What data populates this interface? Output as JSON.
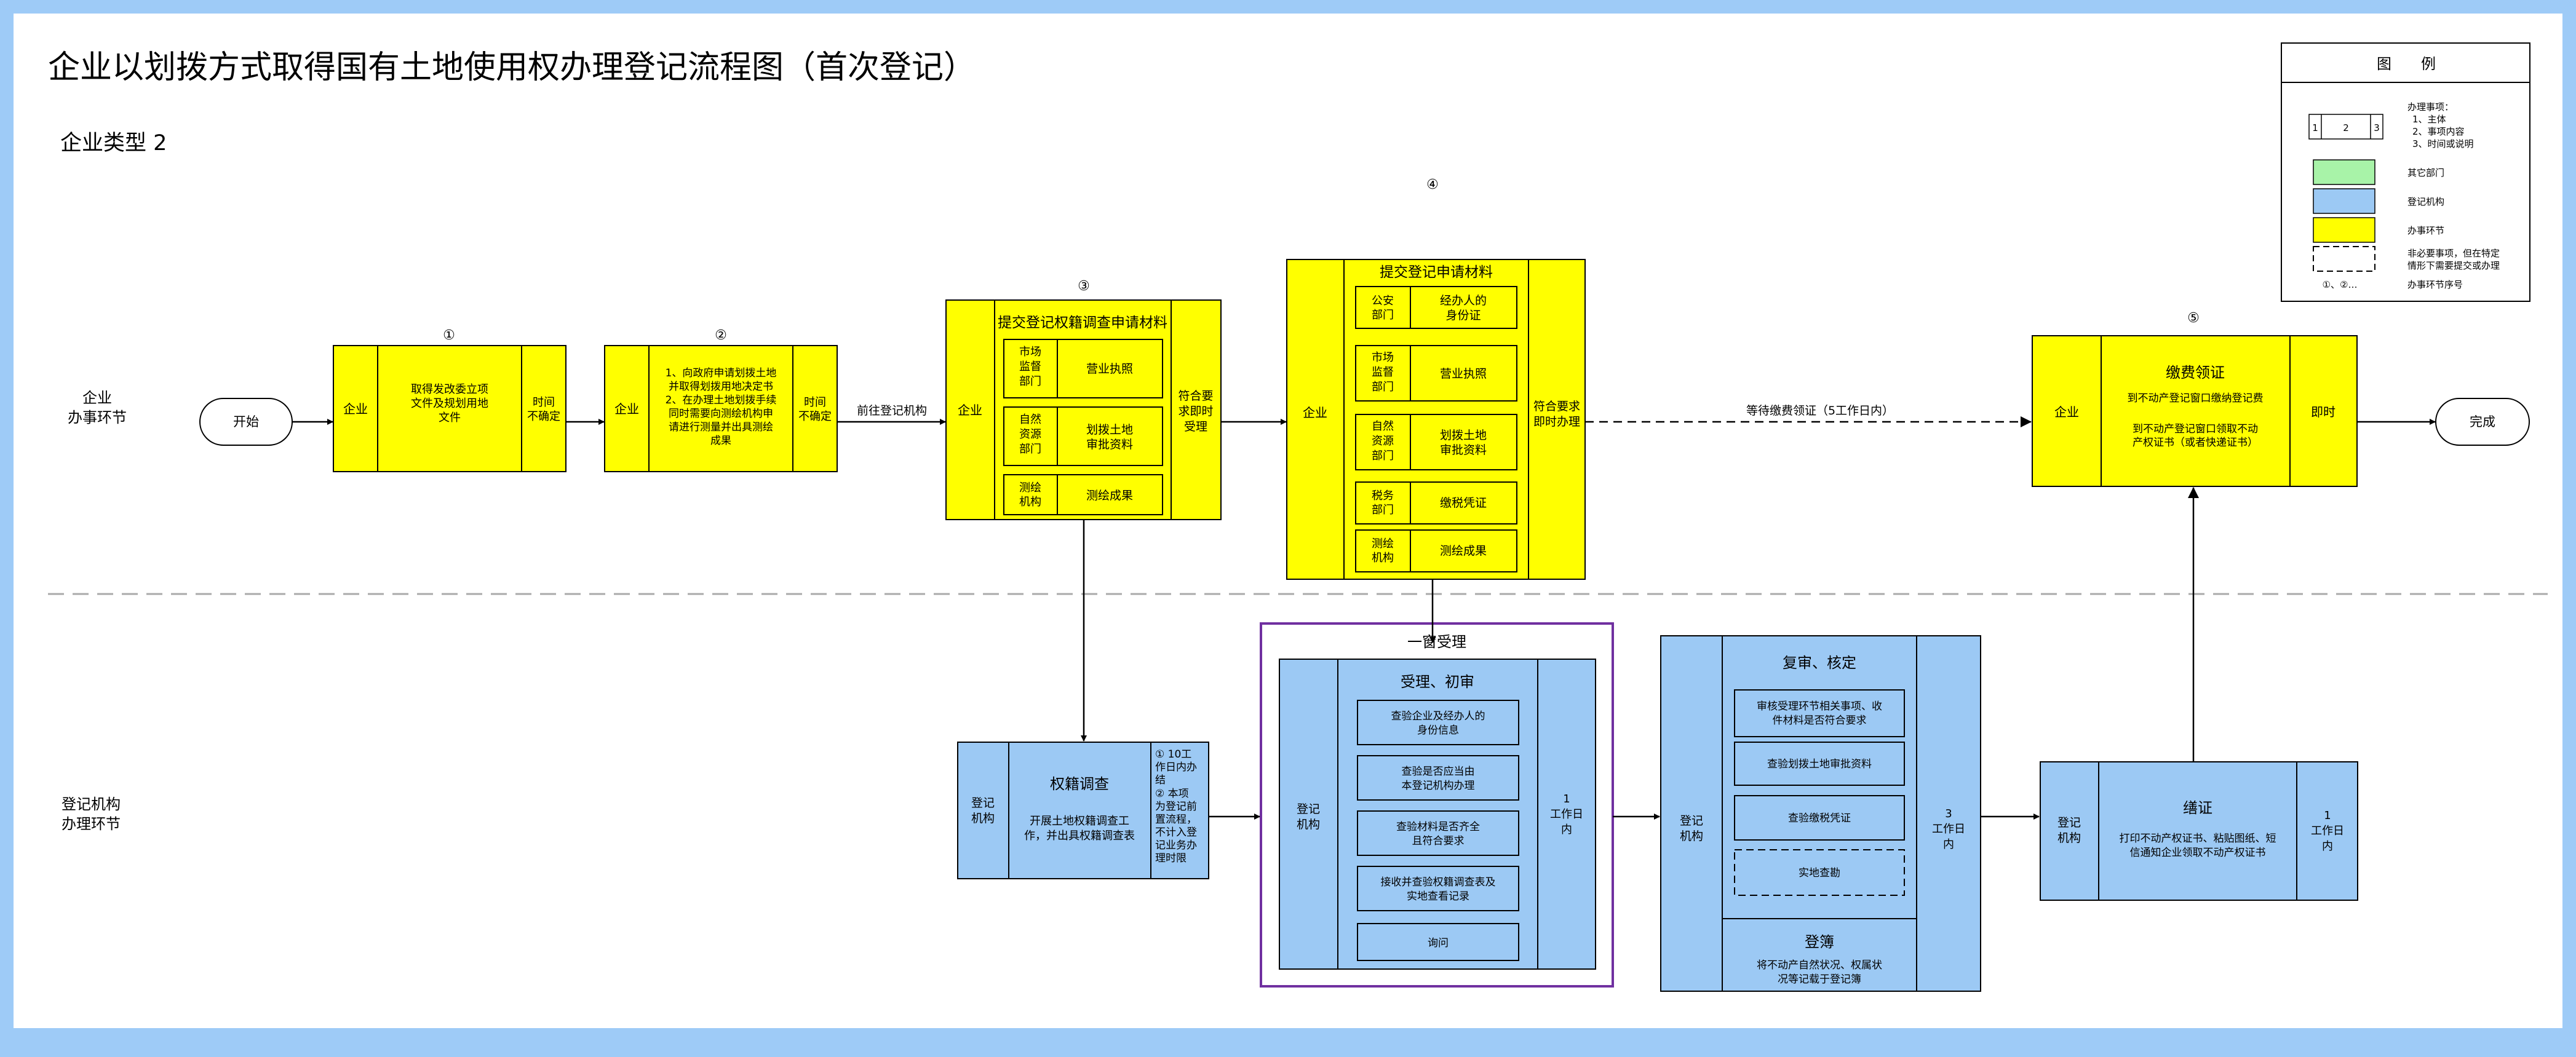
{
  "title": "企业以划拨方式取得国有土地使用权办理登记流程图（首次登记）",
  "subtitle": "企业类型 2",
  "lanes": {
    "enterprise": [
      "企业",
      "办事环节"
    ],
    "registry": [
      "登记机构",
      "办理环节"
    ]
  },
  "legend": {
    "title": "图　　例",
    "sample": [
      "1",
      "2",
      "3"
    ],
    "notes": [
      "办理事项：",
      "1、主体",
      "2、事项内容",
      "3、时间或说明"
    ],
    "other_dept": "其它部门",
    "registry": "登记机构",
    "step": "办事环节",
    "optional": [
      "非必要事项，但在特定",
      "情形下需要提交或办理"
    ],
    "seq_sample": "①、②…",
    "seq": "办事环节序号"
  },
  "colors": {
    "yellow": "#ffff00",
    "blue": "#9cc9f4",
    "green": "#a8f3a8",
    "frame": "#9ecbf7",
    "purple": "#7030a0"
  },
  "start": "开始",
  "end": "完成",
  "steps": {
    "s1": {
      "num": "①",
      "actor": "企业",
      "content": [
        "取得发改委立项",
        "文件及规划用地",
        "文件"
      ],
      "time": [
        "时间",
        "不确定"
      ]
    },
    "s2": {
      "num": "②",
      "actor": "企业",
      "content": [
        "1、向政府申请划拨土地",
        "并取得划拨用地决定书",
        "2、在办理土地划拨手续",
        "同时需要向测绘机构申",
        "请进行测量并出具测绘",
        "成果"
      ],
      "time": [
        "时间",
        "不确定"
      ]
    },
    "s3": {
      "num": "③",
      "actor": "企业",
      "title": "提交登记权籍调查申请材料",
      "time": [
        "符合要",
        "求即时",
        "受理"
      ],
      "rows": [
        {
          "dept": [
            "市场",
            "监督",
            "部门"
          ],
          "doc": "营业执照"
        },
        {
          "dept": [
            "自然",
            "资源",
            "部门"
          ],
          "doc": [
            "划拨土地",
            "审批资料"
          ]
        },
        {
          "dept": [
            "测绘",
            "机构"
          ],
          "doc": "测绘成果"
        }
      ]
    },
    "s4": {
      "num": "④",
      "actor": "企业",
      "title": "提交登记申请材料",
      "time": [
        "符合要求",
        "即时办理"
      ],
      "rows": [
        {
          "dept": [
            "公安",
            "部门"
          ],
          "doc": [
            "经办人的",
            "身份证"
          ]
        },
        {
          "dept": [
            "市场",
            "监督",
            "部门"
          ],
          "doc": "营业执照"
        },
        {
          "dept": [
            "自然",
            "资源",
            "部门"
          ],
          "doc": [
            "划拨土地",
            "审批资料"
          ]
        },
        {
          "dept": [
            "税务",
            "部门"
          ],
          "doc": "缴税凭证"
        },
        {
          "dept": [
            "测绘",
            "机构"
          ],
          "doc": "测绘成果"
        }
      ]
    },
    "s5": {
      "num": "⑤",
      "actor": "企业",
      "title": "缴费领证",
      "content": [
        "到不动产登记窗口缴纳登记费",
        "",
        "到不动产登记窗口领取不动",
        "产权证书（或者快递证书）"
      ],
      "time": "即时"
    }
  },
  "arrows": {
    "to_registry": "前往登记机构",
    "wait": "等待缴费领证（5工作日内）"
  },
  "survey": {
    "actor": [
      "登记",
      "机构"
    ],
    "title": "权籍调查",
    "content": [
      "开展土地权籍调查工",
      "作，并出具权籍调查表"
    ],
    "note": [
      "① 10工",
      "作日内办",
      "结",
      "② 本项",
      "为登记前",
      "置流程，",
      "不计入登",
      "记业务办",
      "理时限"
    ]
  },
  "window": {
    "label": "一窗受理",
    "actor": [
      "登记",
      "机构"
    ],
    "title": "受理、初审",
    "time": [
      "1",
      "工作日",
      "内"
    ],
    "items": [
      [
        "查验企业及经办人的",
        "身份信息"
      ],
      [
        "查验是否应当由",
        "本登记机构办理"
      ],
      [
        "查验材料是否齐全",
        "且符合要求"
      ],
      [
        "接收并查验权籍调查表及",
        "实地查看记录"
      ],
      [
        "询问"
      ]
    ]
  },
  "review": {
    "actor": [
      "登记",
      "机构"
    ],
    "title": "复审、核定",
    "time": [
      "3",
      "工作日",
      "内"
    ],
    "items": [
      [
        "审核受理环节相关事项、收",
        "件材料是否符合要求"
      ],
      [
        "查验划拨土地审批资料"
      ],
      [
        "查验缴税凭证"
      ]
    ],
    "optional_item": "实地查勘",
    "book_title": "登簿",
    "book_content": [
      "将不动产自然状况、权属状",
      "况等记载于登记簿"
    ]
  },
  "issue": {
    "actor": [
      "登记",
      "机构"
    ],
    "title": "缮证",
    "content": [
      "打印不动产权证书、粘贴图纸、短",
      "信通知企业领取不动产权证书"
    ],
    "time": [
      "1",
      "工作日",
      "内"
    ]
  }
}
